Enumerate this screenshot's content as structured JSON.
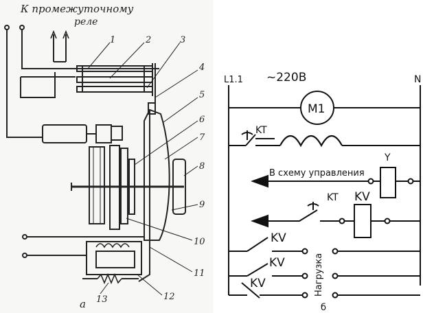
{
  "left_diagram": {
    "title_line1": "К промежуточному",
    "title_line2": "реле",
    "part_numbers": [
      "1",
      "2",
      "3",
      "4",
      "5",
      "6",
      "7",
      "8",
      "9",
      "10",
      "11",
      "12",
      "13"
    ],
    "panel_label": "а"
  },
  "right_diagram": {
    "line_left": "L1.1",
    "line_right": "N",
    "voltage": "~220В",
    "motor": "M1",
    "timer_1": "KT",
    "timer_2": "KT",
    "relay_coil": "KV",
    "control_arrow_text": "В схему управления",
    "coil_y": "Y",
    "contact_1": "KV",
    "contact_2": "KV",
    "contact_3": "KV",
    "load_label": "Нагрузка",
    "panel_label": "б"
  }
}
